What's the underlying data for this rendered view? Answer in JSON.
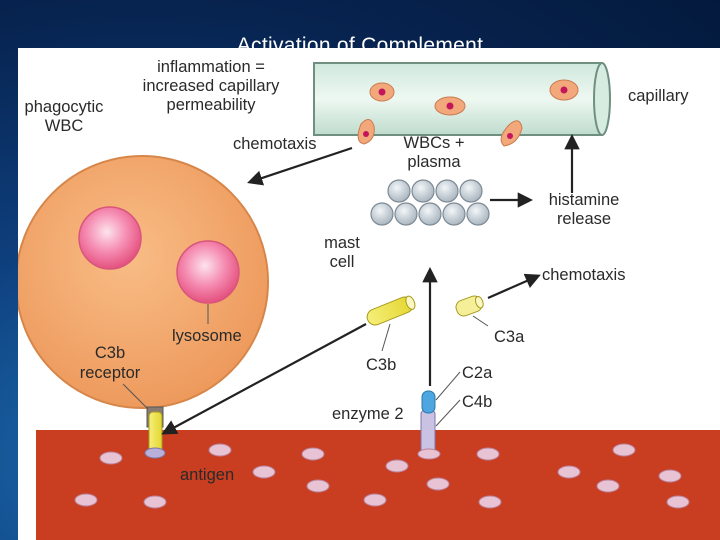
{
  "slide": {
    "title": "Activation of Complement"
  },
  "diagram": {
    "labels": {
      "inflammation_1": "inflammation =",
      "inflammation_2": "increased capillary",
      "inflammation_3": "permeability",
      "capillary": "capillary",
      "phagocytic_1": "phagocytic",
      "phagocytic_2": "WBC",
      "chemotaxis_top": "chemotaxis",
      "wbcs_1": "WBCs +",
      "wbcs_2": "plasma",
      "histamine_1": "histamine",
      "histamine_2": "release",
      "mast_1": "mast",
      "mast_2": "cell",
      "chemotaxis_mid": "chemotaxis",
      "lysosome": "lysosome",
      "c3b_receptor_1": "C3b",
      "c3b_receptor_2": "receptor",
      "c3a": "C3a",
      "c3b": "C3b",
      "c2a": "C2a",
      "c4b": "C4b",
      "enzyme2": "enzyme 2",
      "antigen": "antigen"
    },
    "colors": {
      "cell_fill": "#f3a66a",
      "cell_stroke": "#d7864a",
      "lysosome": "#f06d9a",
      "antigen_surface": "#c83c22",
      "capillary": "#dff0e8",
      "mast_granule": "#c5d0d8",
      "c3b_fragment": "#f2ea4a",
      "c2a_fragment": "#4da6e0",
      "c4b_fragment": "#b9b0d9"
    }
  }
}
